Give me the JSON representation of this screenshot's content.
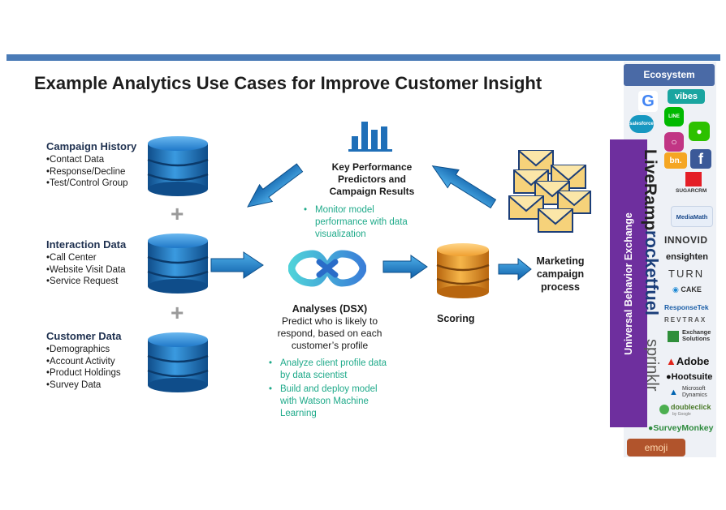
{
  "title": "Example Analytics Use Cases for Improve Customer Insight",
  "sources": [
    {
      "heading": "Campaign History",
      "items": [
        "Contact Data",
        "Response/Decline",
        "Test/Control Group"
      ]
    },
    {
      "heading": "Interaction Data",
      "items": [
        "Call Center",
        "Website Visit Data",
        "Service Request"
      ]
    },
    {
      "heading": "Customer Data",
      "items": [
        "Demographics",
        "Account Activity",
        "Product Holdings",
        "Survey Data"
      ]
    }
  ],
  "plus_symbol": "+",
  "kpi": {
    "label": "Key Performance Predictors and Campaign Results",
    "bullets": [
      "Monitor model performance with data visualization"
    ]
  },
  "analyses": {
    "title": "Analyses (DSX)",
    "description": "Predict who is likely to respond, based on each customer’s profile",
    "bullets": [
      "Analyze client profile data by data scientist",
      "Build and deploy model with Watson Machine Learning"
    ]
  },
  "scoring": {
    "label": "Scoring"
  },
  "marketing": {
    "label": "Marketing campaign process"
  },
  "ecosystem": {
    "header": "Ecosystem",
    "ube_label": "Universal Behavior Exchange",
    "logos": {
      "vibes": "vibes",
      "line": "LINE",
      "salesforce": "salesforce",
      "bn": "bn.",
      "facebook": "f",
      "liveramp": "LiveRamp",
      "sugarcrm": "SUGARCRM",
      "mediamath": "MediaMath",
      "innovid": "INNOVID",
      "rocketfuel": "rocketfuel",
      "ensighten": "ensighten",
      "turn": "TURN",
      "cake": "CAKE",
      "responsetek": "ResponseTek",
      "revtrax": "REVTRAX",
      "exchange_solutions": "Exchange Solutions",
      "sprinklr": "sprinklr",
      "adobe": "Adobe",
      "hootsuite": "Hootsuite",
      "ms_dynamics": "Microsoft Dynamics",
      "doubleclick": "doubleclick",
      "doubleclick_sub": "by Google",
      "surveymonkey": "SurveyMonkey",
      "emoji": "emoji"
    }
  },
  "colors": {
    "db_blue": "#1f78c8",
    "db_orange": "#f0a030",
    "arrow_blue": "#1e7fc4",
    "accent_bar": "#4a7bb7",
    "green_text": "#1faa8a",
    "purple": "#6e2f9e",
    "eco_header": "#4a6aa6"
  },
  "icons": [
    "database-icon",
    "bar-chart-icon",
    "infinity-analytics-icon",
    "envelope-icon",
    "arrow-icon",
    "plus-icon"
  ]
}
